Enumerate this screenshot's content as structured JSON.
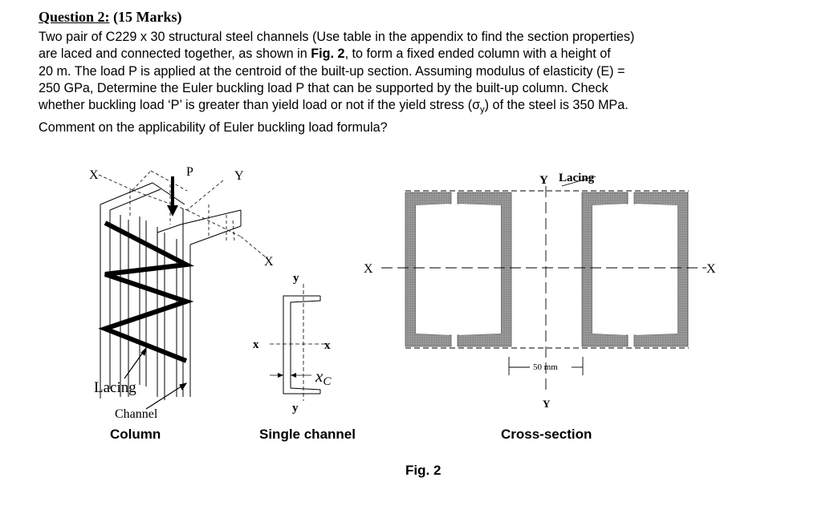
{
  "question": {
    "label": "Question 2:",
    "marks": "(15 Marks)",
    "lines": [
      "Two pair of C229 x 30 structural steel channels (Use table in the appendix to find the section properties)",
      "are laced and connected together, as shown in ",
      "Fig. 2",
      ", to form a fixed ended column with a height of",
      "20 m. The load P is applied at the centroid of the built-up section. Assuming modulus of elasticity (E) =",
      "250 GPa, Determine the Euler buckling load P that can be supported by the built-up column.  Check",
      "whether buckling load ‘P’ is greater than yield load or not if the yield stress (",
      "σ",
      "y",
      ") of the steel is 350 MPa.",
      "Comment on the applicability of Euler buckling load formula?"
    ]
  },
  "column_figure": {
    "axis_x": "X",
    "axis_y": "Y",
    "load": "P",
    "axis_x_end": "X",
    "lacing_label": "Lacing",
    "channel_label": "Channel",
    "caption": "Column"
  },
  "single_channel": {
    "y_top": "y",
    "y_bottom": "y",
    "x_left": "x",
    "x_right": "x",
    "xc": "x",
    "xc_sub": "C",
    "caption": "Single channel"
  },
  "cross_section": {
    "y_top": "Y",
    "lacing_label": "Lacing",
    "x_left": "X",
    "x_right": "X",
    "dimension": "50 mm",
    "y_bottom": "Y",
    "caption": "Cross-section"
  },
  "figure_label": "Fig. 2"
}
